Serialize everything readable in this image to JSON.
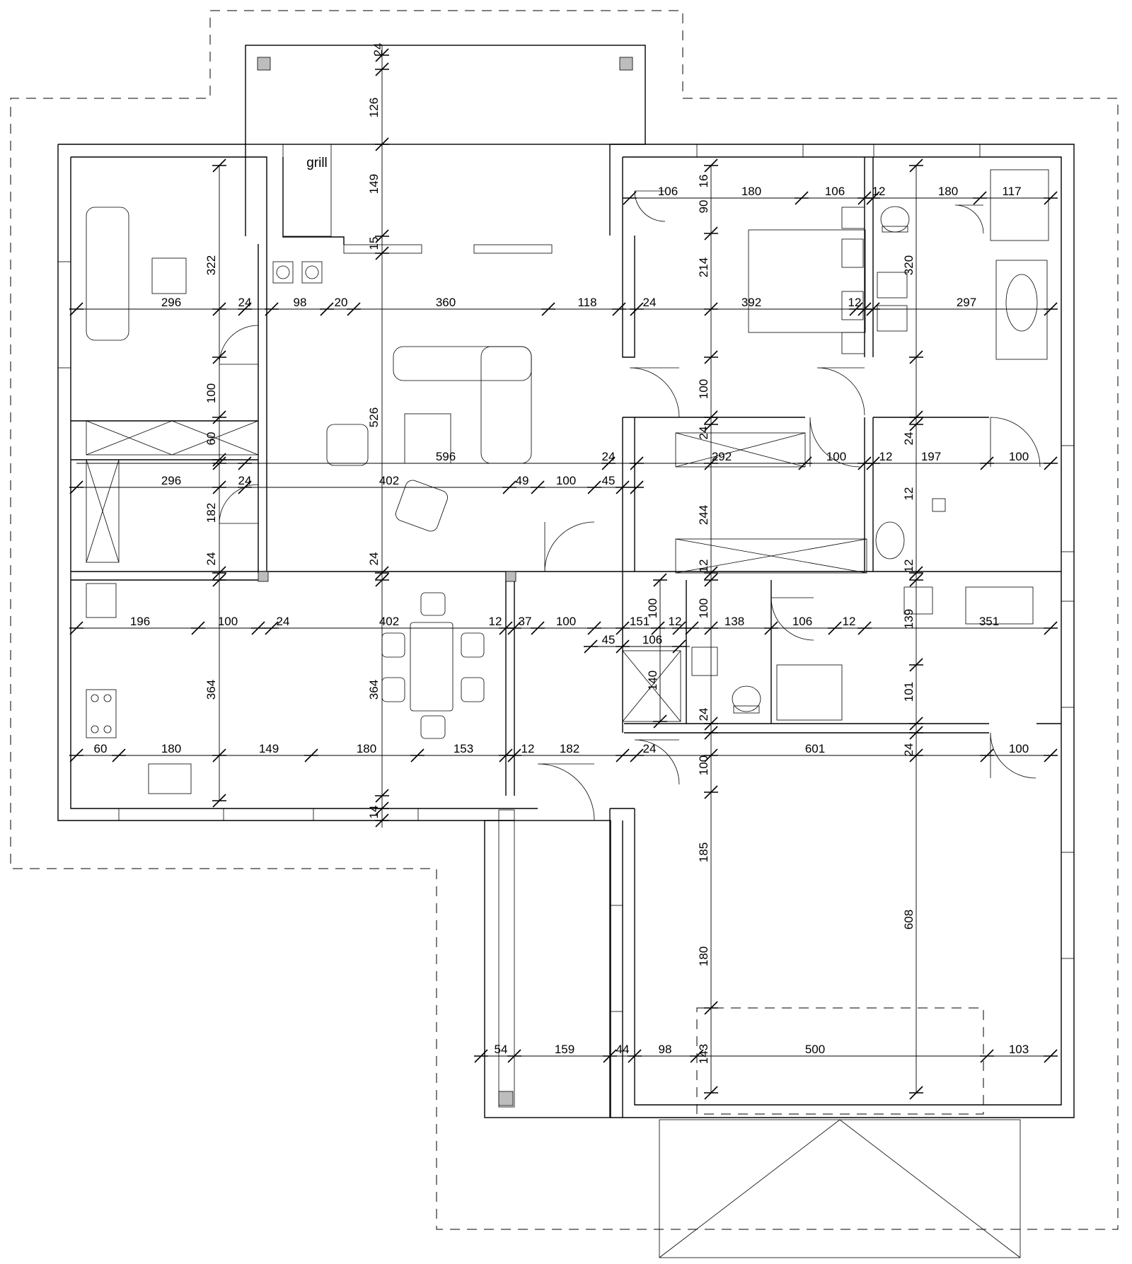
{
  "grill_label": "grill",
  "dim_labels": [
    "24",
    "126",
    "149",
    "15",
    "322",
    "296",
    "24",
    "98",
    "20",
    "360",
    "118",
    "24",
    "214",
    "392",
    "12",
    "297",
    "320",
    "100",
    "100",
    "526",
    "60",
    "596",
    "24",
    "292",
    "100",
    "24",
    "12",
    "197",
    "100",
    "296",
    "24",
    "402",
    "49",
    "100",
    "45",
    "182",
    "244",
    "24",
    "24",
    "12",
    "12",
    "24",
    "12",
    "196",
    "100",
    "24",
    "402",
    "12",
    "37",
    "100",
    "151",
    "100",
    "12",
    "100",
    "138",
    "106",
    "12",
    "139",
    "351",
    "45",
    "106",
    "364",
    "364",
    "140",
    "24",
    "101",
    "60",
    "180",
    "149",
    "180",
    "153",
    "12",
    "182",
    "24",
    "601",
    "24",
    "100",
    "100",
    "14",
    "185",
    "180",
    "608",
    "54",
    "159",
    "44",
    "98",
    "143",
    "500",
    "103",
    "106",
    "16",
    "180",
    "106",
    "12",
    "180",
    "117",
    "90"
  ],
  "icons": [
    "sofa-icon",
    "coffee-table-icon",
    "bed-icon",
    "toilet-icon",
    "bathtub-icon",
    "sink-icon",
    "washing-machine-icon",
    "stove-icon",
    "dining-table-icon",
    "armchair-icon",
    "shower-icon",
    "chimney-icon",
    "door-swing-icon",
    "window-icon",
    "cabinet-icon"
  ]
}
